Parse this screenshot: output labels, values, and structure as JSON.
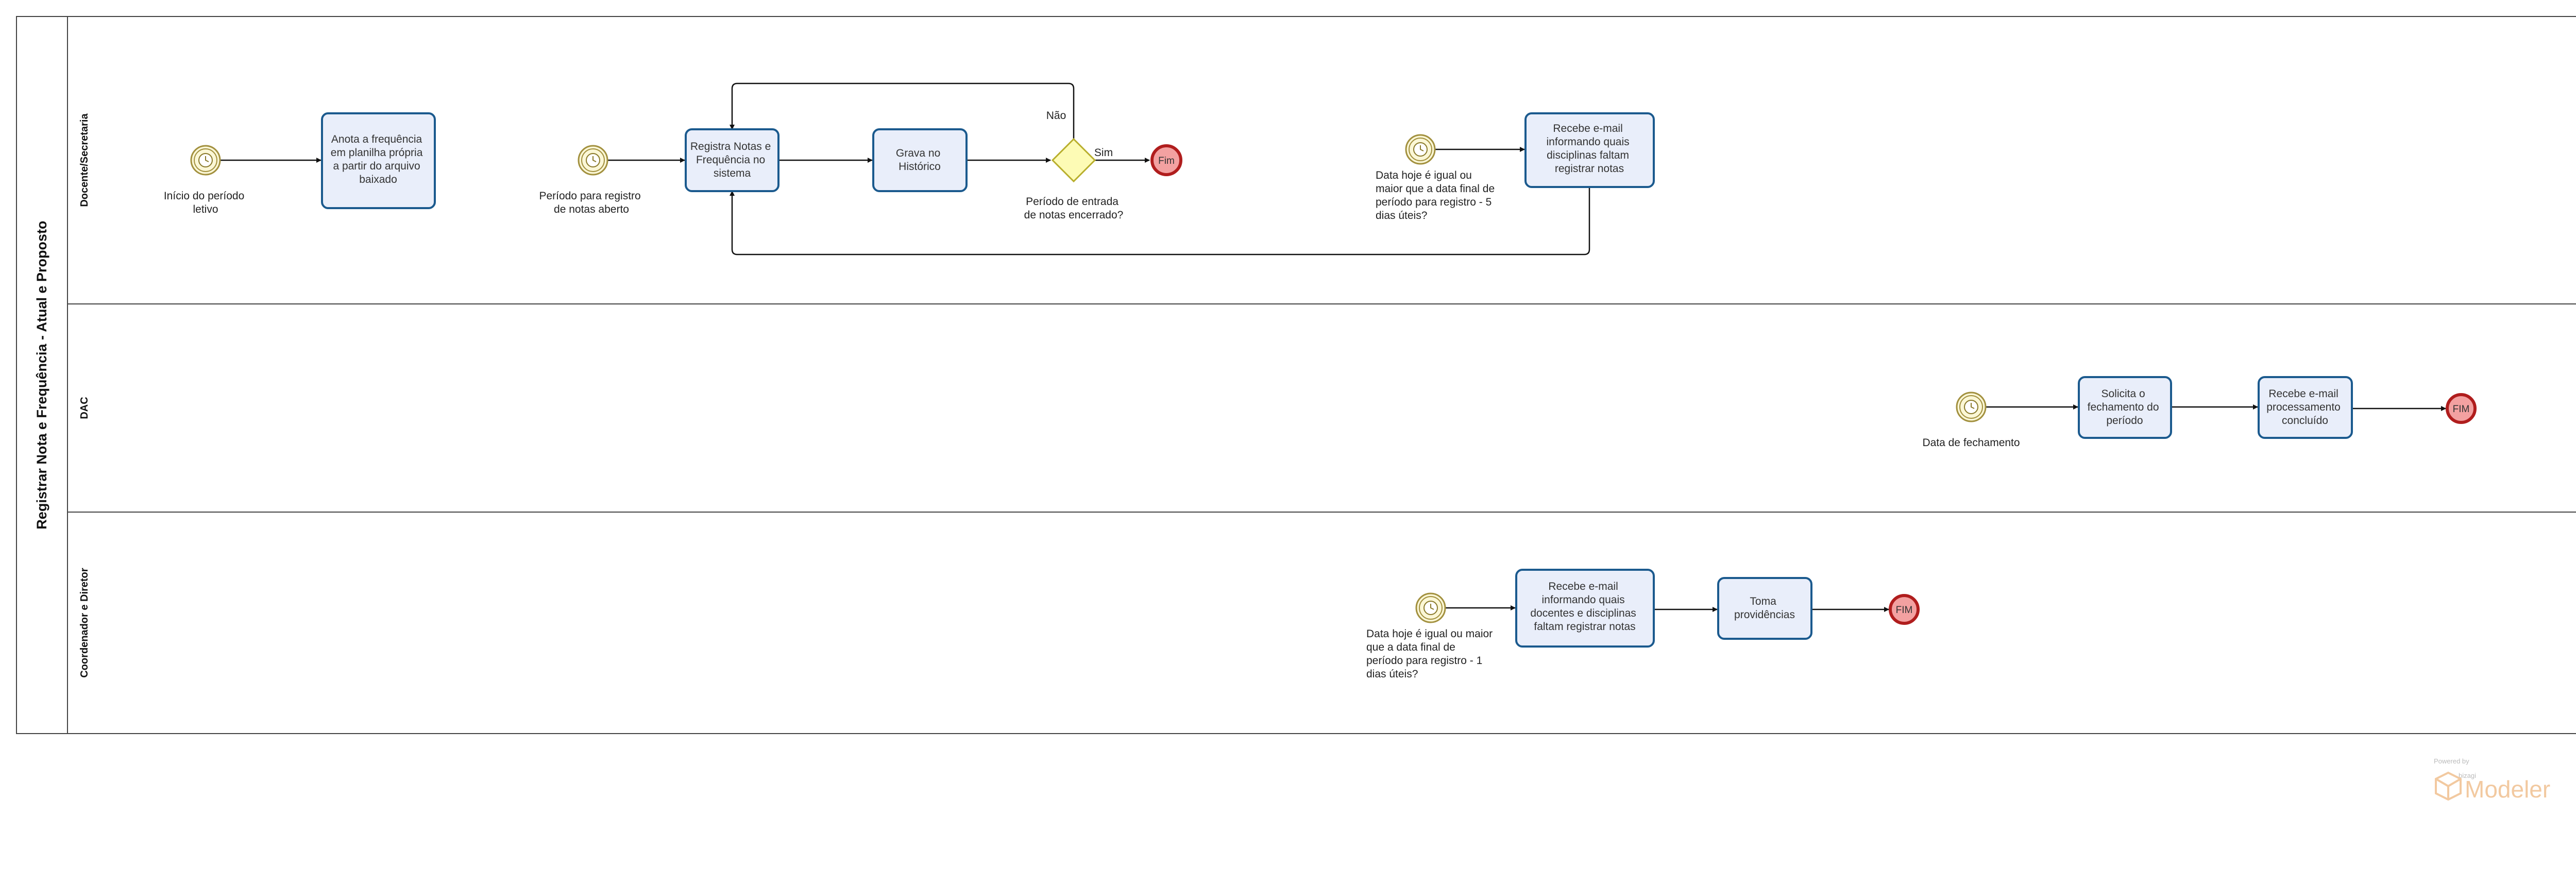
{
  "pool": {
    "title": "Registrar Nota e Frequência - Atual e Proposto"
  },
  "lanes": [
    {
      "title": "Docente/Secretaria"
    },
    {
      "title": "DAC"
    },
    {
      "title": "Coordenador e Diretor"
    }
  ],
  "events": {
    "inicio_periodo": [
      "Início do período",
      "letivo"
    ],
    "periodo_registro": [
      "Período para registro",
      "de notas aberto"
    ],
    "data_hoje_5": [
      "Data hoje é igual ou",
      "maior que a data final de",
      "período para registro - 5",
      "dias úteis?"
    ],
    "data_fechamento": [
      "Data de fechamento"
    ],
    "data_hoje_1": [
      "Data hoje é igual ou maior",
      "que a data final de",
      "período para registro - 1",
      "dias úteis?"
    ]
  },
  "tasks": {
    "anota_frequencia": [
      "Anota a frequência",
      "em planilha própria",
      "a partir do arquivo",
      "baixado"
    ],
    "registra_notas": [
      "Registra Notas e",
      "Frequência no",
      "sistema"
    ],
    "grava_historico": [
      "Grava no",
      "Histórico"
    ],
    "recebe_email_disciplinas": [
      "Recebe e-mail",
      "informando quais",
      "disciplinas faltam",
      "registrar notas"
    ],
    "solicita_fechamento": [
      "Solicita o",
      "fechamento do",
      "período"
    ],
    "recebe_email_processamento": [
      "Recebe e-mail",
      "processamento",
      "concluído"
    ],
    "recebe_email_docentes": [
      "Recebe e-mail",
      "informando quais",
      "docentes e disciplinas",
      "faltam registrar notas"
    ],
    "toma_providencias": [
      "Toma",
      "providências"
    ]
  },
  "gateway": {
    "label": [
      "Período de entrada",
      "de notas encerrado?"
    ],
    "flow_no": "Não",
    "flow_yes": "Sim"
  },
  "end_events": {
    "fim_docente": "Fim",
    "fim_dac": "FIM",
    "fim_coord": "FIM"
  },
  "watermark": {
    "powered_by": "Powered by",
    "brand_small": "bizagi",
    "brand": "Modeler"
  },
  "colors": {
    "task_fill": "#e9eefa",
    "task_stroke": "#1b5a8e",
    "start_fill": "#fbf7d6",
    "start_stroke": "#a2903e",
    "end_fill": "#f3a1a1",
    "end_stroke": "#b01d1d",
    "gateway_fill": "#fdfbb5",
    "gateway_stroke": "#b8ae2c"
  }
}
